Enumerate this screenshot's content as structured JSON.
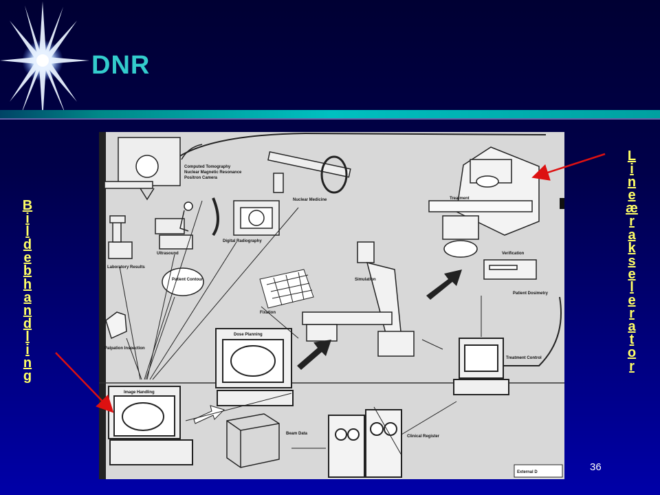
{
  "slide": {
    "title": "DNR",
    "number": "36",
    "left_label": "Bildebhandling",
    "right_label": "Lineærakselerator",
    "colors": {
      "background_top": "#000033",
      "background_bottom": "#0000a8",
      "title": "#33cccc",
      "labels": "#ffff66",
      "arrows": "#dd1111",
      "rule": "#00b3b3"
    }
  },
  "figure": {
    "labels": {
      "ct": "Computed Tomography",
      "nmr": "Nuclear Magnetic Resonance",
      "pet": "Positron Camera",
      "nuclear_medicine": "Nuclear Medicine",
      "treatment": "Treatment",
      "ultrasound": "Ultrasound",
      "digital_radiography": "Digital Radiography",
      "laboratory": "Laboratory Results",
      "patient_contour": "Patient Contour",
      "verification": "Verification",
      "simulation": "Simulation",
      "fixation": "Fixation",
      "patient_dosimetry": "Patient Dosimetry",
      "palpation": "Palpation Inspection",
      "dose_planning": "Dose Planning",
      "treatment_control": "Treatment Control",
      "image_handling": "Image Handling",
      "beam_data": "Beam Data",
      "clinical_register": "Clinical Register",
      "external": "External D"
    }
  }
}
